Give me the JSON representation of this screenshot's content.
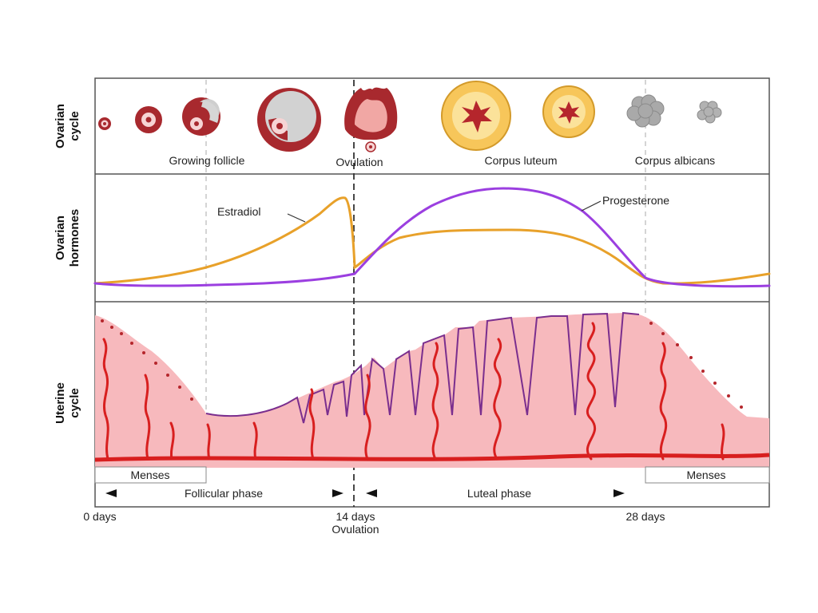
{
  "rows": {
    "ovarian_cycle": [
      "Ovarian",
      "cycle"
    ],
    "ovarian_hormones": [
      "Ovarian",
      "hormones"
    ],
    "uterine_cycle": [
      "Uterine",
      "cycle"
    ]
  },
  "ovarian_stages": {
    "growing_follicle": "Growing follicle",
    "ovulation": "Ovulation",
    "corpus_luteum": "Corpus luteum",
    "corpus_albicans": "Corpus albicans"
  },
  "hormones": {
    "estradiol": "Estradiol",
    "progesterone": "Progesterone"
  },
  "phases": {
    "menses_left": "Menses",
    "menses_right": "Menses",
    "follicular": "Follicular phase",
    "luteal": "Luteal phase"
  },
  "timeline": {
    "day0": "0 days",
    "day14": "14 days",
    "day14_sub": "Ovulation",
    "day28": "28 days"
  },
  "colors": {
    "estradiol": "#e8a12a",
    "progesterone": "#9b3fe0",
    "follicle": "#a8292e",
    "luteum": "#f7c65a",
    "endometrium": "#f7b9bd",
    "vessel": "#d81f1f",
    "epithelium": "#7a2e8e",
    "albicans": "#a9a9a9"
  }
}
